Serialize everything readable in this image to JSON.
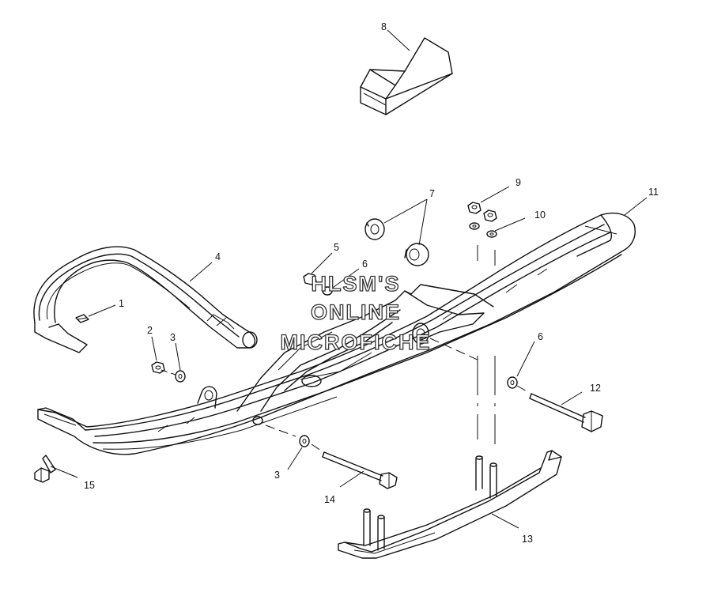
{
  "watermark": {
    "line1": "HLSM'S",
    "line2": "ONLINE",
    "line3": "MICROFICHE"
  },
  "callouts": [
    {
      "id": "c1",
      "label": "1"
    },
    {
      "id": "c2",
      "label": "2"
    },
    {
      "id": "c3a",
      "label": "3"
    },
    {
      "id": "c3b",
      "label": "3"
    },
    {
      "id": "c4",
      "label": "4"
    },
    {
      "id": "c5",
      "label": "5"
    },
    {
      "id": "c6a",
      "label": "6"
    },
    {
      "id": "c6b",
      "label": "6"
    },
    {
      "id": "c7",
      "label": "7"
    },
    {
      "id": "c8",
      "label": "8"
    },
    {
      "id": "c9",
      "label": "9"
    },
    {
      "id": "c10",
      "label": "10"
    },
    {
      "id": "c11",
      "label": "11"
    },
    {
      "id": "c12",
      "label": "12"
    },
    {
      "id": "c13",
      "label": "13"
    },
    {
      "id": "c14",
      "label": "14"
    },
    {
      "id": "c15",
      "label": "15"
    }
  ]
}
